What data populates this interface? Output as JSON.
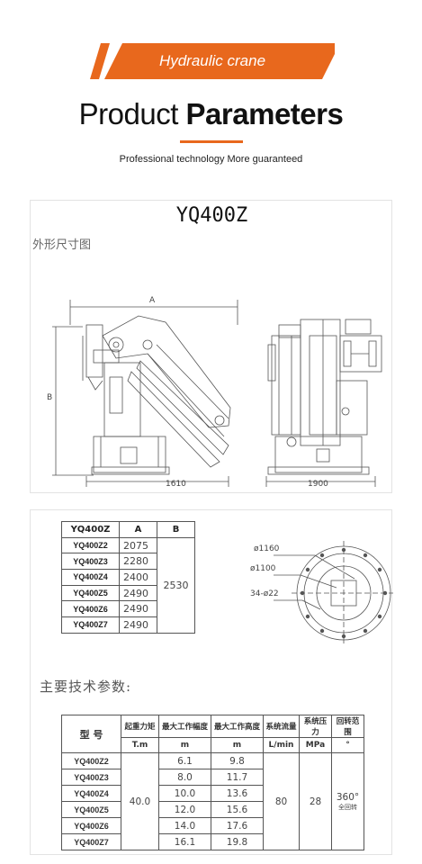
{
  "header": {
    "banner_label": "Hydraulic crane",
    "title_light": "Product ",
    "title_bold": "Parameters",
    "subtitle": "Professional technology More guaranteed",
    "accent_color": "#e8681d"
  },
  "drawing": {
    "model": "YQ400Z",
    "section_label": "外形尺寸图",
    "dim_a": "A",
    "dim_b": "B",
    "dim_1610": "1610",
    "dim_1900": "1900"
  },
  "base": {
    "d_outer": "ø1160",
    "d_inner": "ø1100",
    "holes": "34-ø22"
  },
  "dims_table": {
    "headers": [
      "YQ400Z",
      "A",
      "B"
    ],
    "rows": [
      {
        "model": "YQ400Z2",
        "a": "2075"
      },
      {
        "model": "YQ400Z3",
        "a": "2280"
      },
      {
        "model": "YQ400Z4",
        "a": "2400"
      },
      {
        "model": "YQ400Z5",
        "a": "2490"
      },
      {
        "model": "YQ400Z6",
        "a": "2490"
      },
      {
        "model": "YQ400Z7",
        "a": "2490"
      }
    ],
    "b_value": "2530"
  },
  "specs": {
    "section_title": "主要技术参数:",
    "headers": [
      "型 号",
      "起重力矩",
      "最大工作幅度",
      "最大工作高度",
      "系统流量",
      "系统压力",
      "回转范围"
    ],
    "units": [
      "T.m",
      "m",
      "m",
      "L/min",
      "MPa",
      "°"
    ],
    "rows": [
      {
        "model": "YQ400Z2",
        "radius": "6.1",
        "height": "9.8"
      },
      {
        "model": "YQ400Z3",
        "radius": "8.0",
        "height": "11.7"
      },
      {
        "model": "YQ400Z4",
        "radius": "10.0",
        "height": "13.6"
      },
      {
        "model": "YQ400Z5",
        "radius": "12.0",
        "height": "15.6"
      },
      {
        "model": "YQ400Z6",
        "radius": "14.0",
        "height": "17.6"
      },
      {
        "model": "YQ400Z7",
        "radius": "16.1",
        "height": "19.8"
      }
    ],
    "moment": "40.0",
    "flow": "80",
    "pressure": "28",
    "slew": "360°",
    "slew_note": "全回转"
  }
}
